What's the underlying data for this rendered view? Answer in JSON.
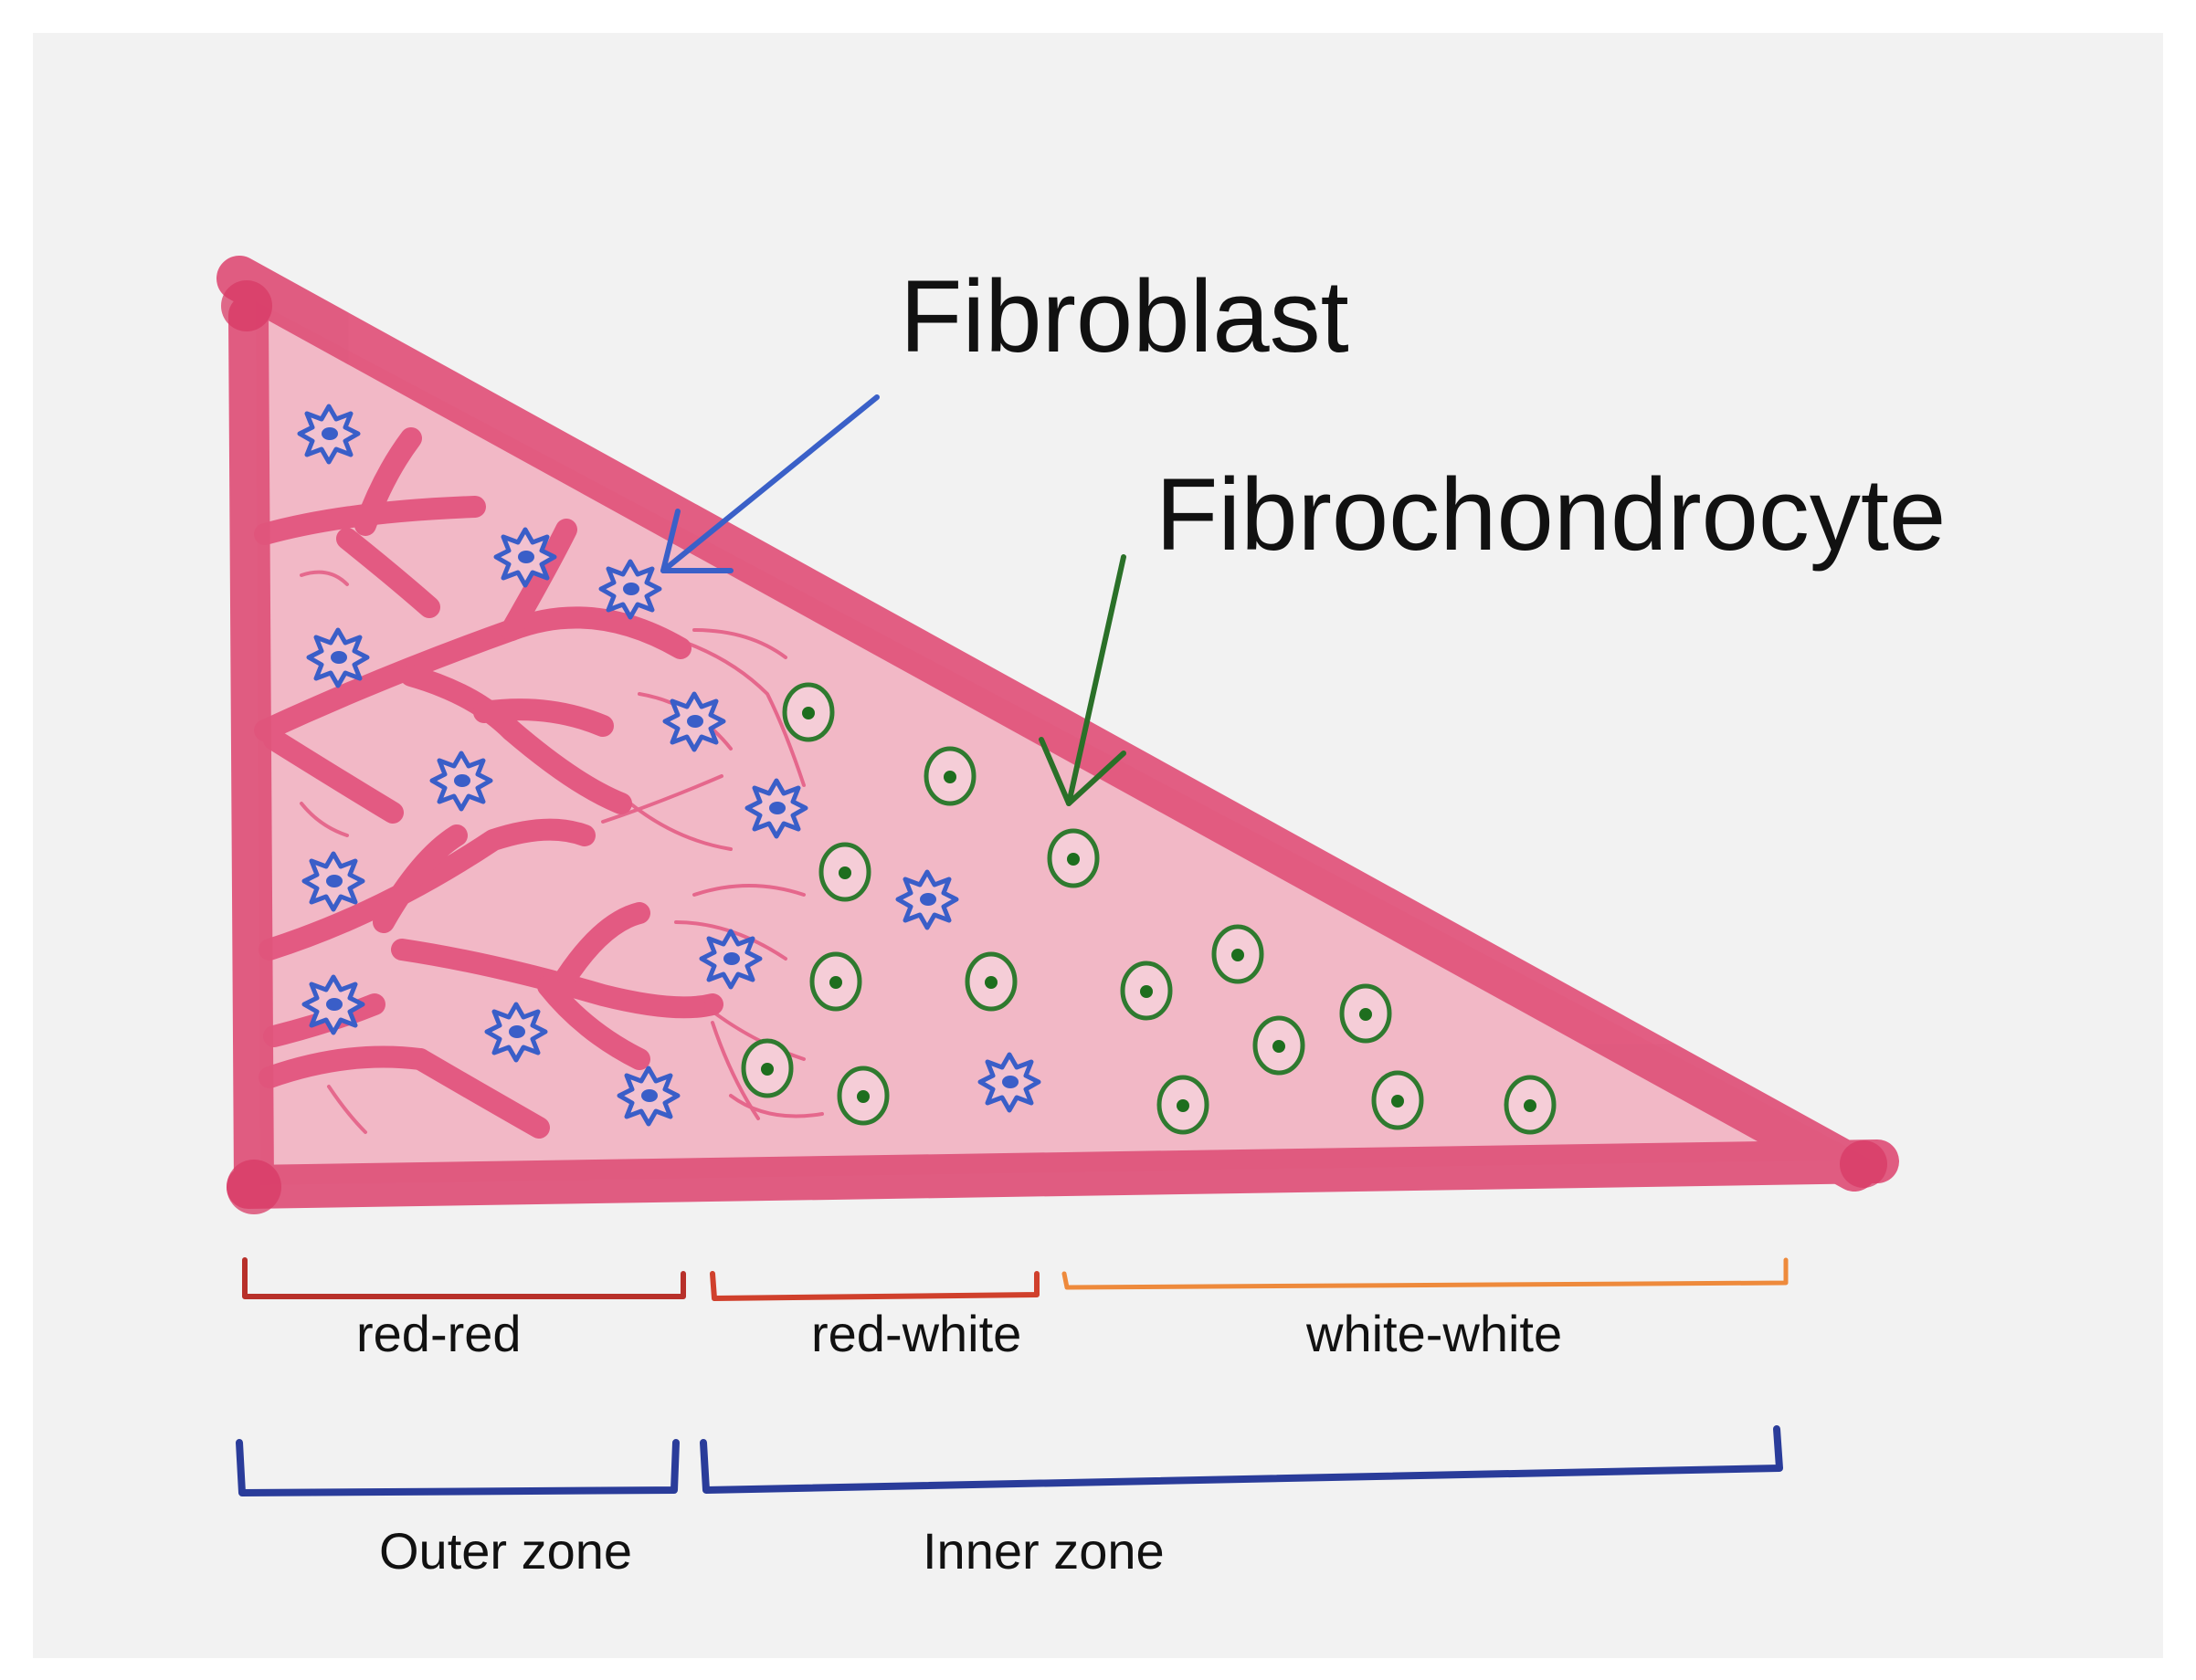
{
  "labels": {
    "fibroblast": "Fibroblast",
    "fibrochondrocyte": "Fibrochondrocyte",
    "vascular_zones": {
      "red_red": "red-red",
      "red_white": "red-white",
      "white_white": "white-white"
    },
    "cellular_zones": {
      "outer": "Outer zone",
      "inner": "Inner zone"
    }
  },
  "colors": {
    "background": "#f2f2f2",
    "triangle_fill": "#f2b8c6",
    "triangle_border": "#e0557c",
    "vessel": "#e35a82",
    "fibroblast": "#3a5ec8",
    "fibrochondrocyte": "#2f7a2f",
    "fibrochondrocyte_nucleus": "#1e6e1e",
    "arrow_fibroblast": "#3a60c8",
    "arrow_fibrochondrocyte": "#2a7028",
    "bracket_red_red": "#b8302a",
    "bracket_red_white": "#d0402c",
    "bracket_white_white": "#ee8a3c",
    "bracket_zone": "#2a3c9a"
  }
}
